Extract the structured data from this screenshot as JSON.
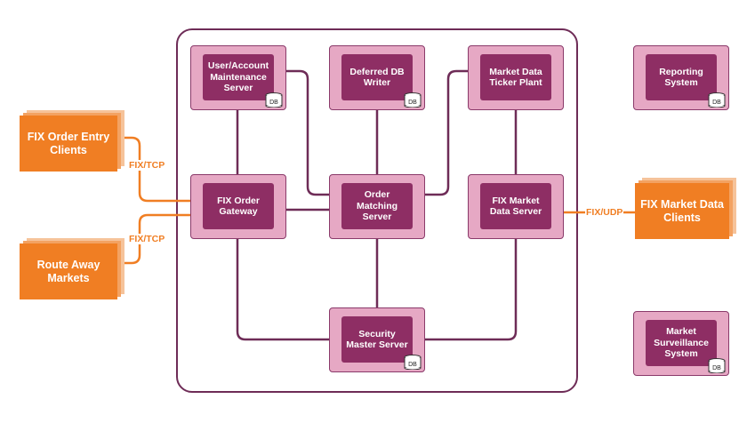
{
  "nodes": {
    "user_account": "User/Account Maintenance Server",
    "deferred_db": "Deferred DB Writer",
    "market_ticker": "Market Data Ticker Plant",
    "reporting": "Reporting System",
    "fix_gateway": "FIX Order Gateway",
    "order_matching": "Order Matching Server",
    "fix_market_data": "FIX Market Data Server",
    "security_master": "Security Master Server",
    "market_surveillance": "Market Surveillance System"
  },
  "clients": {
    "fix_order_entry": "FIX Order Entry Clients",
    "route_away": "Route Away Markets",
    "fix_market_data_clients": "FIX Market Data Clients"
  },
  "protocols": {
    "fix_tcp_1": "FIX/TCP",
    "fix_tcp_2": "FIX/TCP",
    "fix_udp": "FIX/UDP"
  },
  "db_label": "DB",
  "colors": {
    "node_outer": "#e6a8c4",
    "node_inner": "#8e2e64",
    "frame_border": "#6e2c57",
    "client_orange": "#f07e23",
    "client_shadow": "#f6c39a",
    "connector_purple": "#6e2c57",
    "connector_orange": "#f07e23"
  }
}
